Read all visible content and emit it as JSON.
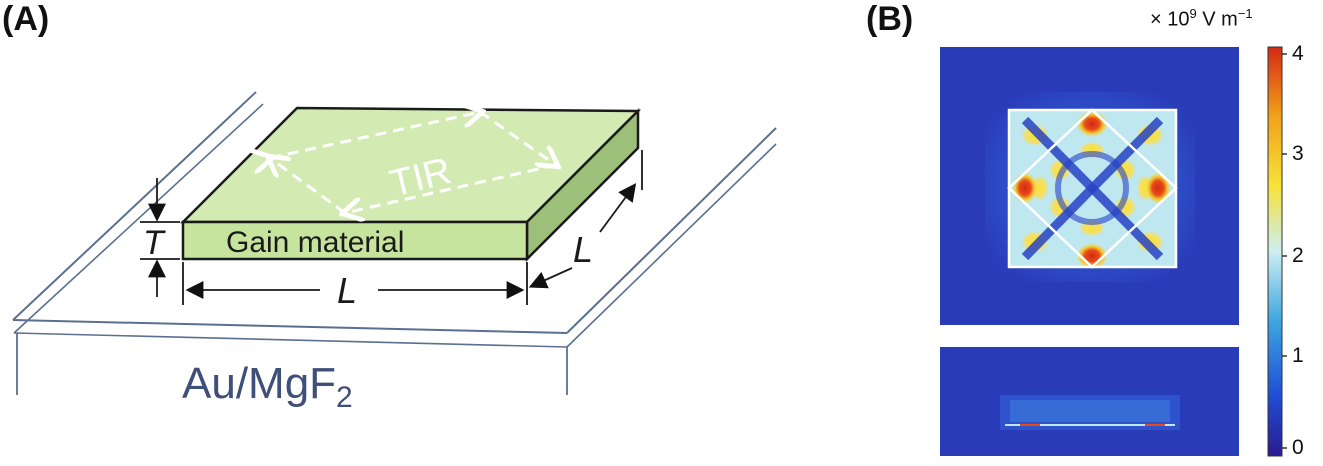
{
  "panels": {
    "a": {
      "label": "(A)"
    },
    "b": {
      "label": "(B)"
    }
  },
  "diagram_a": {
    "substrate_label_main": "Au/MgF",
    "substrate_label_sub": "2",
    "slab_label": "Gain material",
    "tir_label": "TIR",
    "thickness_symbol": "T",
    "length_symbol_front": "L",
    "length_symbol_side": "L"
  },
  "field_map": {
    "unit_prefix": "× 10",
    "unit_exponent": "9",
    "unit_suffix": " V m",
    "unit_suffix_exponent": "−1",
    "colorbar_ticks": [
      "4",
      "3",
      "2",
      "1",
      "0"
    ],
    "colormap": [
      "#2b1a8f",
      "#1f4fd6",
      "#3ea6e0",
      "#cdeef2",
      "#f7e23a",
      "#f2a21a",
      "#d42a14"
    ]
  }
}
